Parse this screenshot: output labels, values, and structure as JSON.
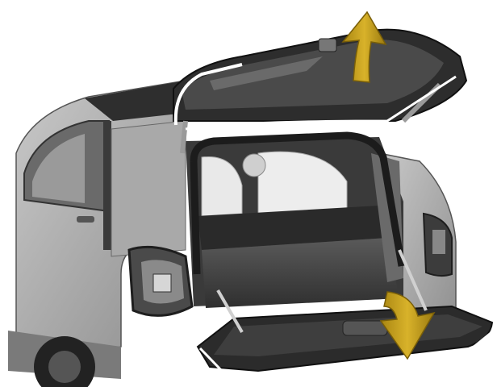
{
  "illustration": {
    "subject": "smart-fortwo-rear-open-tailgate",
    "arrows": {
      "up": {
        "icon": "curved-arrow-up",
        "color": "#c8a11a"
      },
      "down": {
        "icon": "curved-arrow-down",
        "color": "#c8a11a"
      }
    },
    "colors": {
      "body_paint": "#b4b4b4",
      "dark_trim": "#2b2b2b",
      "glass": "#3a3a3a",
      "highlight": "#ffffff",
      "arrow": "#c8a11a"
    }
  }
}
